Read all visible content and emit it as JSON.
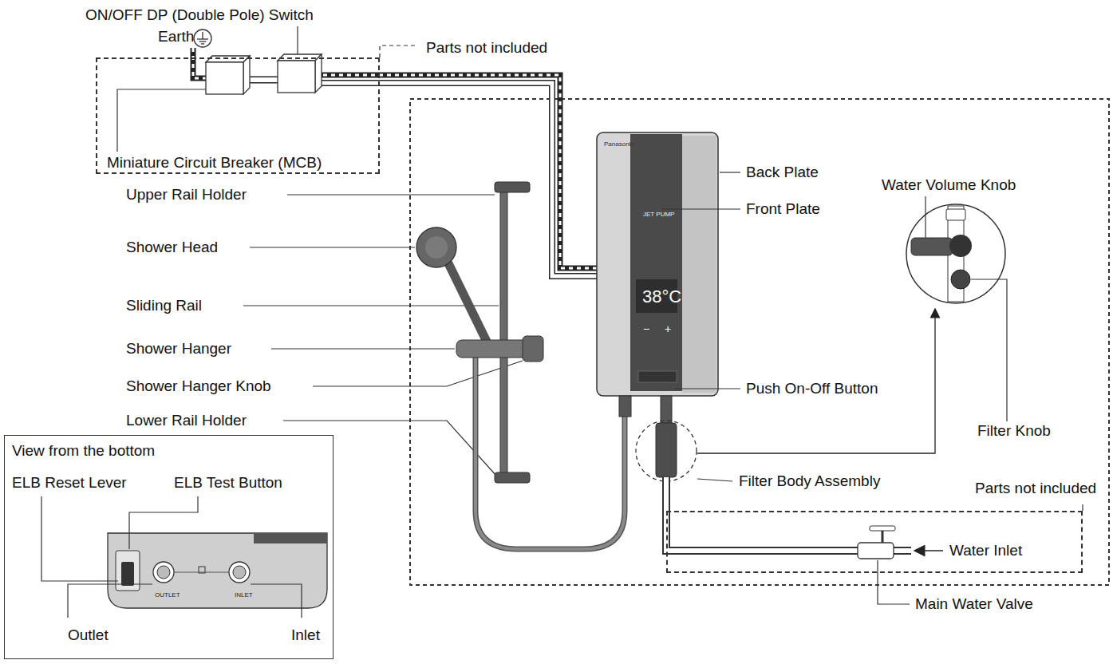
{
  "diagram": {
    "nodes": [
      {
        "text": [
          "Parts not included"
        ]
      },
      {
        "text": [
          "Parts not included"
        ]
      },
      {
        "text": [
          "View from the bottom",
          "ELB Reset Lever",
          "ELB Test Button",
          "Outlet",
          "Inlet",
          "OUTLET",
          "INLET"
        ]
      }
    ],
    "labels": [
      "ON/OFF DP (Double Pole) Switch",
      "Earth",
      "Miniature Circuit Breaker (MCB)",
      "Upper Rail Holder",
      "Shower Head",
      "Sliding Rail",
      "Shower Hanger",
      "Shower Hanger Knob",
      "Lower Rail Holder",
      "Back Plate",
      "Front Plate",
      "JET PUMP",
      "38°C",
      "−",
      "+",
      "Push On-Off Button",
      "Water Volume Knob",
      "Filter Knob",
      "Filter Body Assembly",
      "Water Inlet",
      "Main Water Valve",
      "Panasonic"
    ]
  }
}
